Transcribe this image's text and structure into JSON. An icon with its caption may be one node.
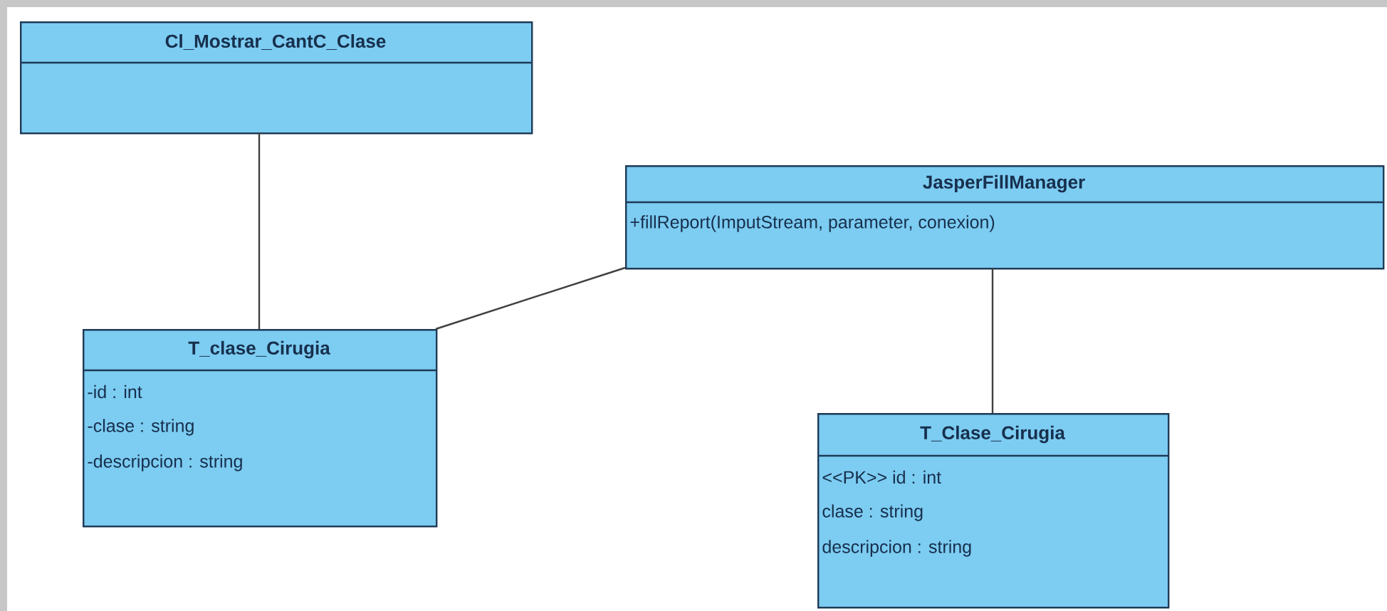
{
  "diagram": {
    "nodes": [
      {
        "text": [
          "Cl_Mostrar_CantC_Clase"
        ]
      },
      {
        "text": [
          "JasperFillManager",
          "+fillReport(ImputStream, parameter, conexion)"
        ]
      },
      {
        "text": [
          "T_clase_Cirugia",
          "-id : int",
          "-clase : string",
          "-descripcion : string"
        ]
      },
      {
        "text": [
          "T_Clase_Cirugia",
          "<<PK>> id : int",
          "clase : string",
          "descripcion : string"
        ]
      }
    ],
    "edges": [
      {
        "from": 0,
        "to": 2,
        "arrow": "none"
      },
      {
        "from": 1,
        "to": 2,
        "arrow": "none"
      },
      {
        "from": 1,
        "to": 3,
        "arrow": "none"
      }
    ]
  }
}
